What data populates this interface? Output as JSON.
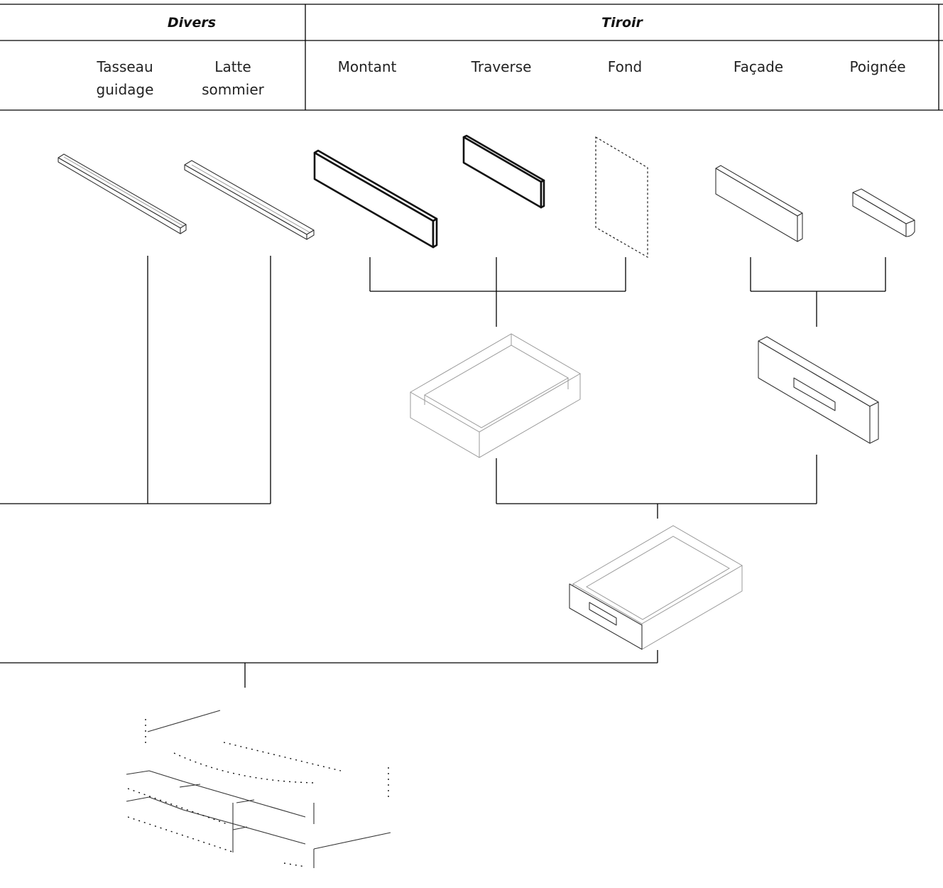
{
  "header": {
    "groups": [
      {
        "title": "Divers"
      },
      {
        "title": "Tiroir"
      }
    ],
    "columns": [
      {
        "label_line1": "Tasseau",
        "label_line2": "guidage"
      },
      {
        "label_line1": "Latte",
        "label_line2": "sommier"
      },
      {
        "label_line1": "Montant",
        "label_line2": ""
      },
      {
        "label_line1": "Traverse",
        "label_line2": ""
      },
      {
        "label_line1": "Fond",
        "label_line2": ""
      },
      {
        "label_line1": "Façade",
        "label_line2": ""
      },
      {
        "label_line1": "Poignée",
        "label_line2": ""
      }
    ]
  },
  "parts": [
    {
      "name": "tasseau-guidage",
      "icon": "slat-icon"
    },
    {
      "name": "latte-sommier",
      "icon": "slat-icon"
    },
    {
      "name": "montant",
      "icon": "panel-thick-icon"
    },
    {
      "name": "traverse",
      "icon": "panel-thick-icon"
    },
    {
      "name": "fond",
      "icon": "thin-sheet-icon"
    },
    {
      "name": "facade",
      "icon": "panel-icon"
    },
    {
      "name": "poignee",
      "icon": "handle-icon"
    }
  ],
  "assemblies": [
    {
      "name": "drawer-box",
      "icon": "open-box-icon"
    },
    {
      "name": "front-with-handle",
      "icon": "front-panel-icon"
    },
    {
      "name": "complete-drawer",
      "icon": "drawer-icon"
    },
    {
      "name": "bed-frame",
      "icon": "bed-frame-icon"
    }
  ],
  "colors": {
    "line": "#000000",
    "background": "#ffffff"
  }
}
